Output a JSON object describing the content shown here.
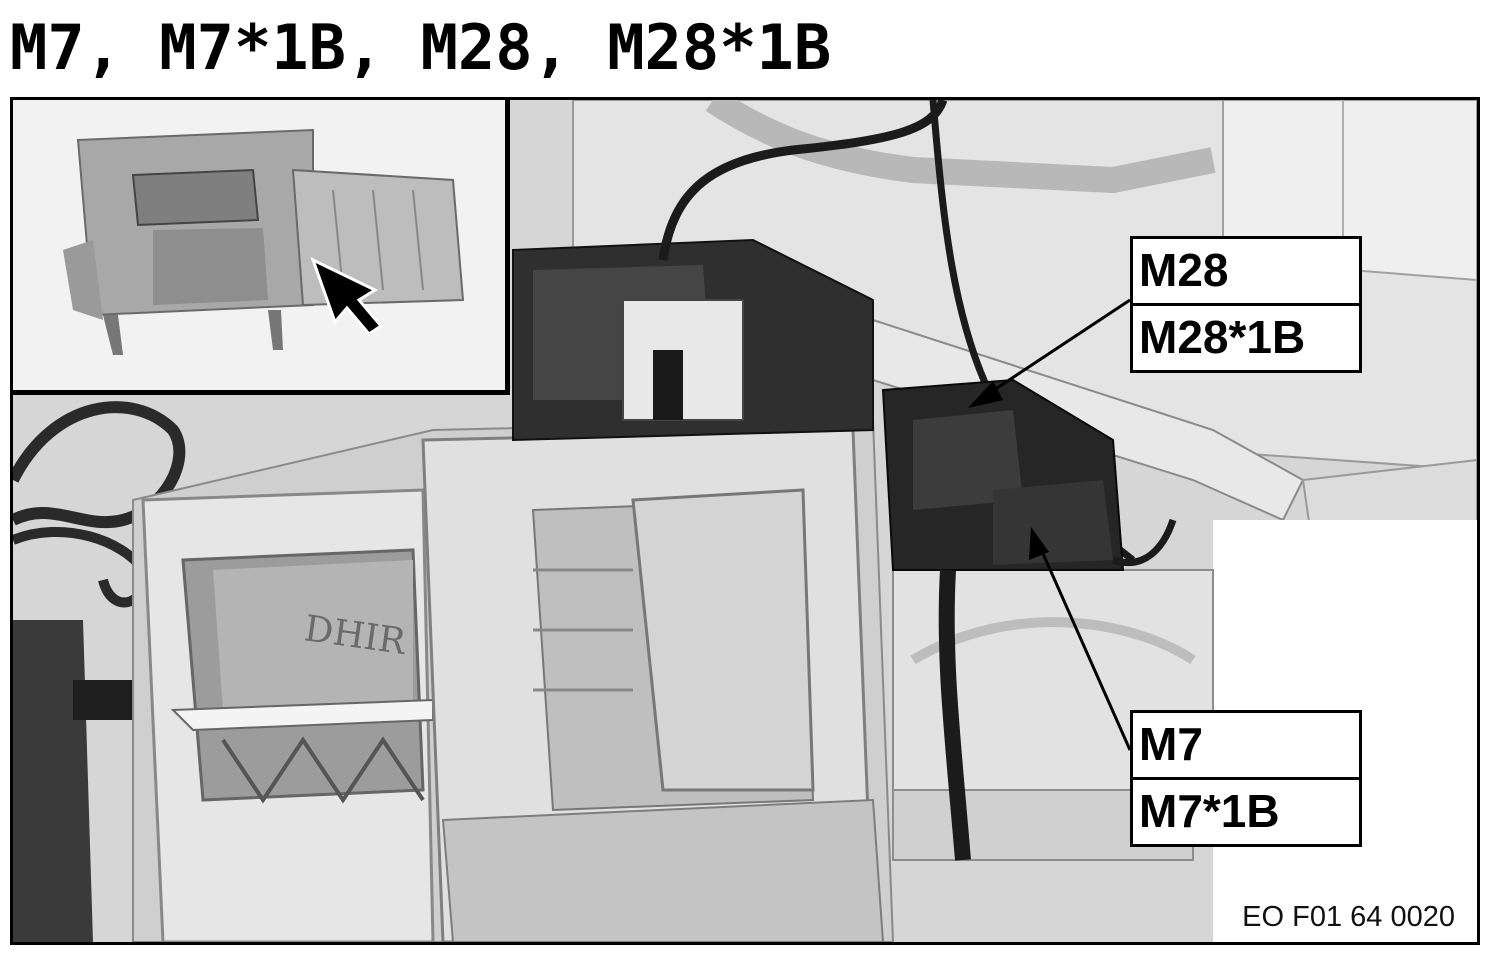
{
  "title": "M7, M7*1B, M28, M28*1B",
  "callouts": [
    {
      "lines": [
        "M28",
        "M28*1B"
      ]
    },
    {
      "lines": [
        "M7",
        "M7*1B"
      ]
    }
  ],
  "figure_code": "EO F01 64 0020",
  "part_marking": "DHIR",
  "colors": {
    "line": "#000000",
    "background": "#ffffff",
    "housing": "#c9c9c9",
    "connector": "#1e1e1e"
  }
}
